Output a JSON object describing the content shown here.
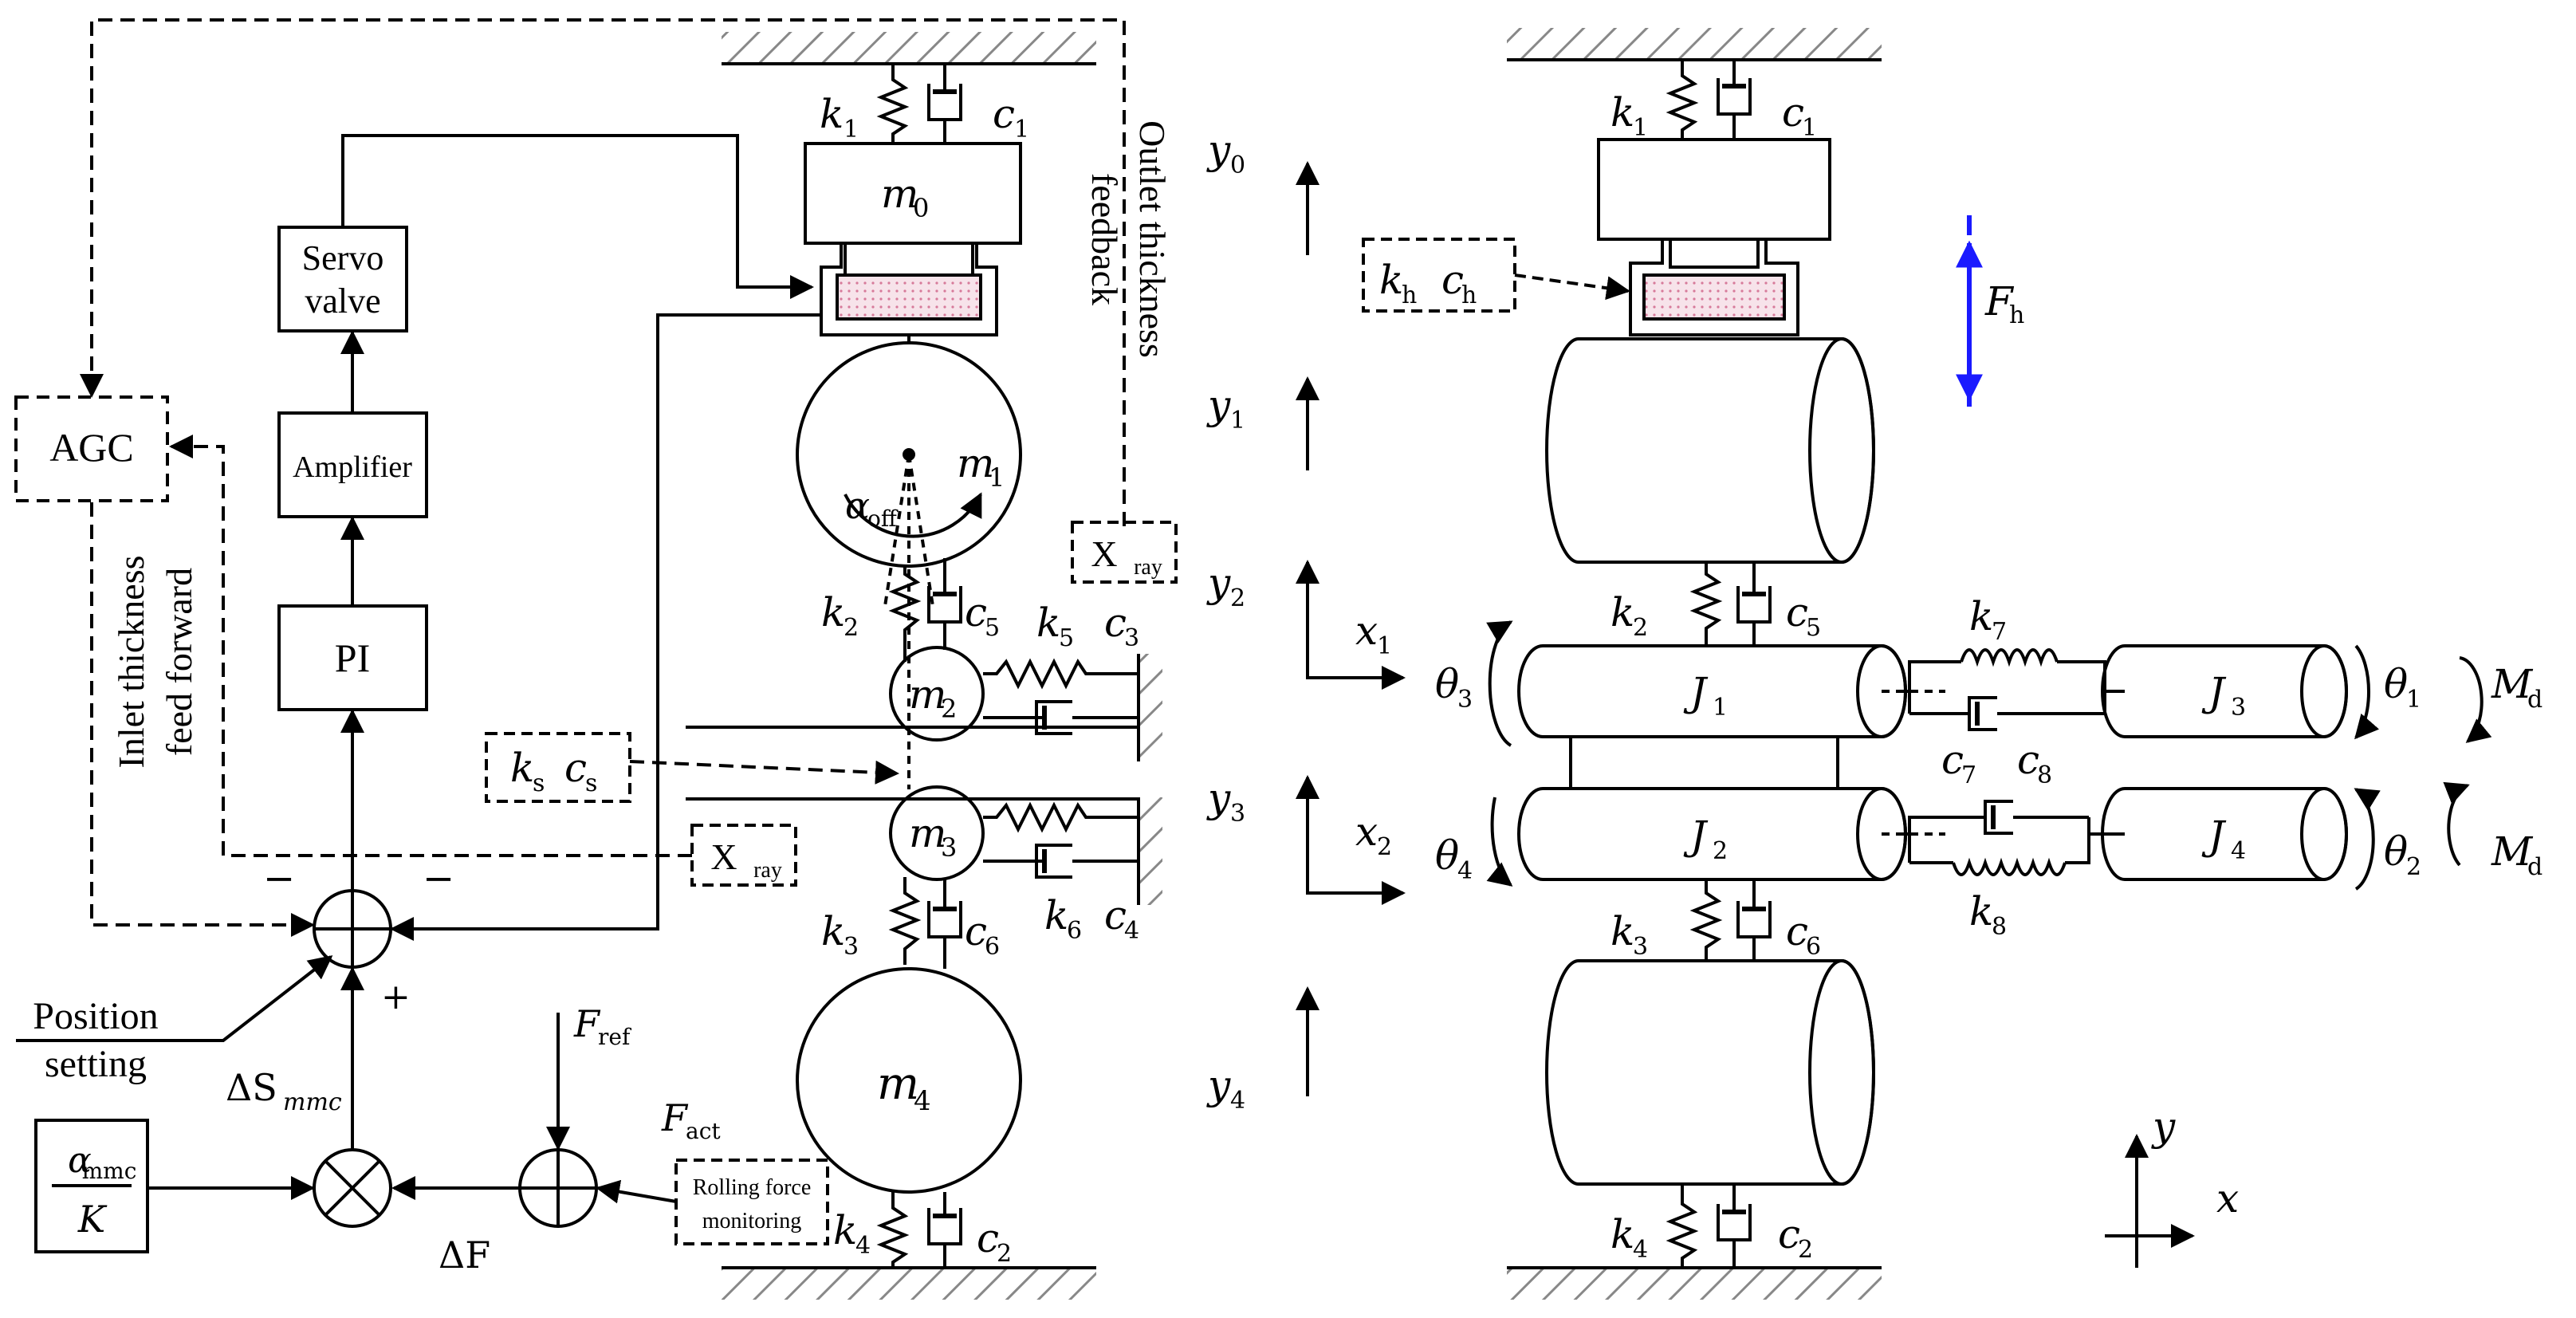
{
  "colors": {
    "line": "#000000",
    "force_arrow": "#1a1aff",
    "oil": "#e7b8c8"
  },
  "control": {
    "agc": "AGC",
    "servo_line1": "Servo",
    "servo_line2": "valve",
    "amplifier": "Amplifier",
    "pi": "PI",
    "position_line1": "Position",
    "position_line2": "setting",
    "delta_s": "ΔS",
    "delta_s_sub": "mmc",
    "delta_f": "ΔF",
    "alpha": "α",
    "alpha_sub": "mmc",
    "k_den": "K",
    "f_ref": "F",
    "f_ref_sub": "ref",
    "f_act": "F",
    "f_act_sub": "act",
    "rolling_line1": "Rolling force",
    "rolling_line2": "monitoring",
    "minus": "−",
    "plus": "+",
    "inlet_line1": "Inlet thickness",
    "inlet_line2": "feed forward",
    "outlet_line1": "Outlet thickness",
    "outlet_line2": "feedback",
    "xray": "X",
    "xray_sub": "ray"
  },
  "left": {
    "m0": "m",
    "m0_sub": "0",
    "m1": "m",
    "m1_sub": "1",
    "m2": "m",
    "m2_sub": "2",
    "m3": "m",
    "m3_sub": "3",
    "m4": "m",
    "m4_sub": "4",
    "alpha_off": "α",
    "alpha_off_sub": "off",
    "k": "k",
    "c": "c",
    "n1": "1",
    "n2": "2",
    "n3": "3",
    "n4": "4",
    "n5": "5",
    "n6": "6",
    "n7": "7",
    "n8": "8",
    "ns": "s",
    "y": "y",
    "y0": "0",
    "y1": "1",
    "y2": "2",
    "y3": "3",
    "y4": "4"
  },
  "right": {
    "h_sub": "h",
    "f_h": "F",
    "j": "J",
    "x": "x",
    "theta": "θ",
    "m_d": "M",
    "d_sub": "d",
    "axis_y": "y",
    "axis_x": "x"
  }
}
